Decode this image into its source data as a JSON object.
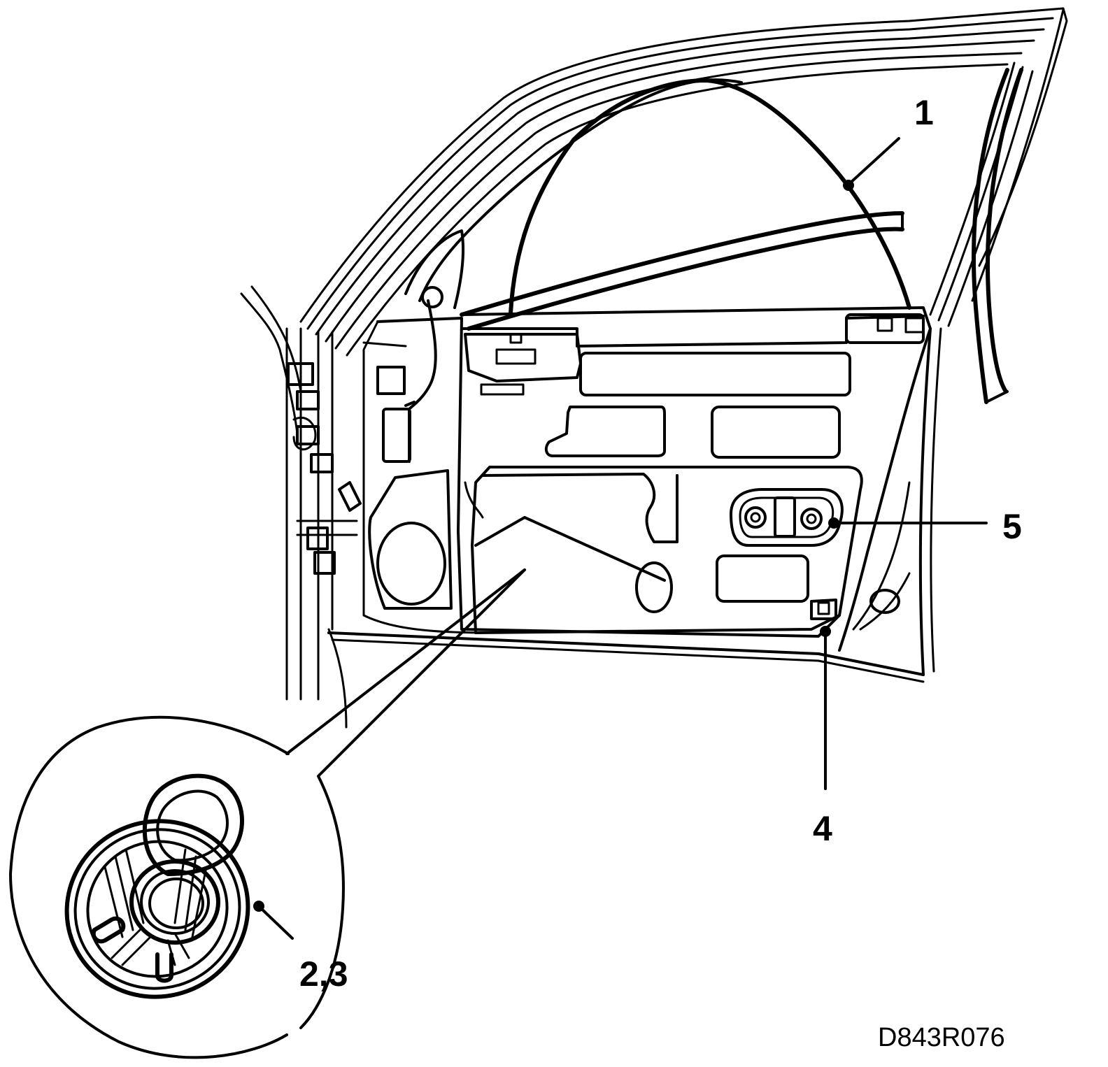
{
  "diagram": {
    "callouts": [
      {
        "id": "1",
        "label": "1"
      },
      {
        "id": "2-3",
        "label": "2,3"
      },
      {
        "id": "4",
        "label": "4"
      },
      {
        "id": "5",
        "label": "5"
      }
    ],
    "reference_code": "D843R076"
  }
}
